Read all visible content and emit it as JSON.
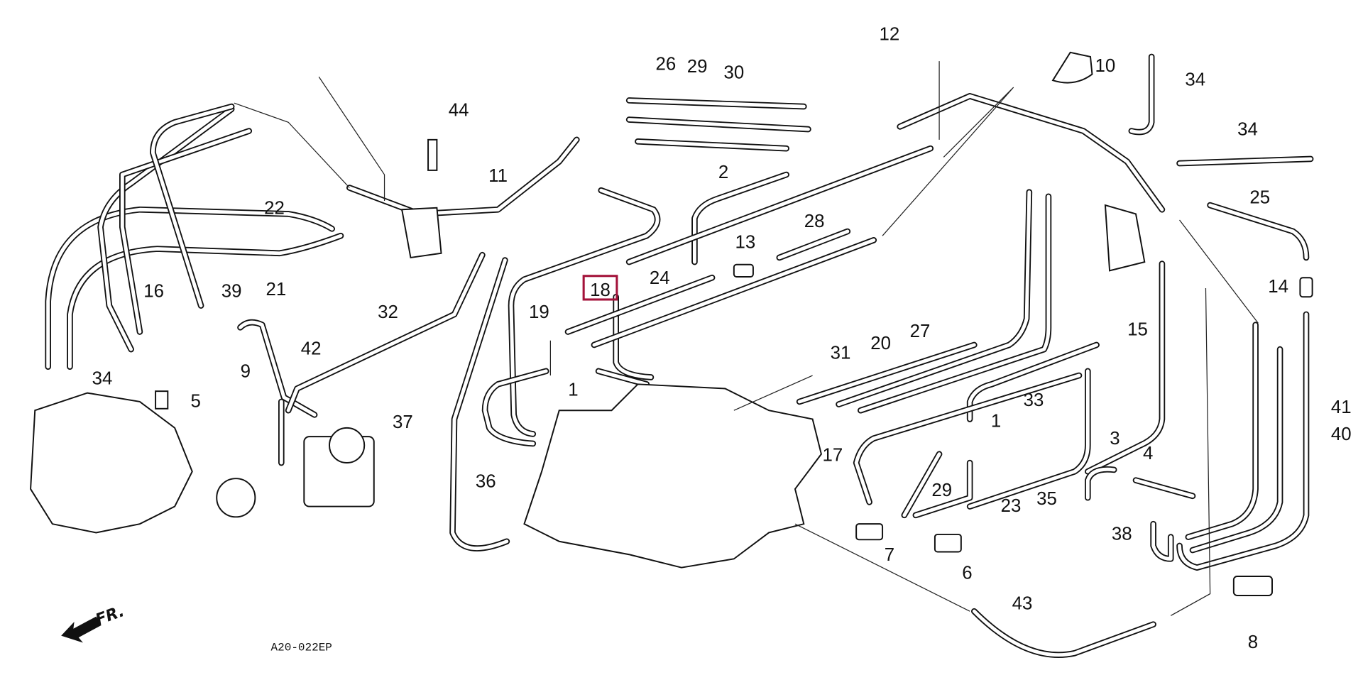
{
  "diagram": {
    "highlight_color": "#a3123a",
    "drawing_code": "A20-022EP",
    "front_marker": "FR.",
    "highlighted_part": "18",
    "callouts": [
      "12",
      "26",
      "29",
      "30",
      "10",
      "34",
      "44",
      "34",
      "11",
      "2",
      "25",
      "22",
      "28",
      "13",
      "24",
      "18",
      "16",
      "39",
      "21",
      "14",
      "19",
      "32",
      "15",
      "27",
      "20",
      "42",
      "31",
      "34",
      "9",
      "33",
      "1",
      "5",
      "41",
      "37",
      "1",
      "40",
      "17",
      "3",
      "4",
      "36",
      "29",
      "23",
      "35",
      "38",
      "7",
      "6",
      "43",
      "8"
    ]
  }
}
